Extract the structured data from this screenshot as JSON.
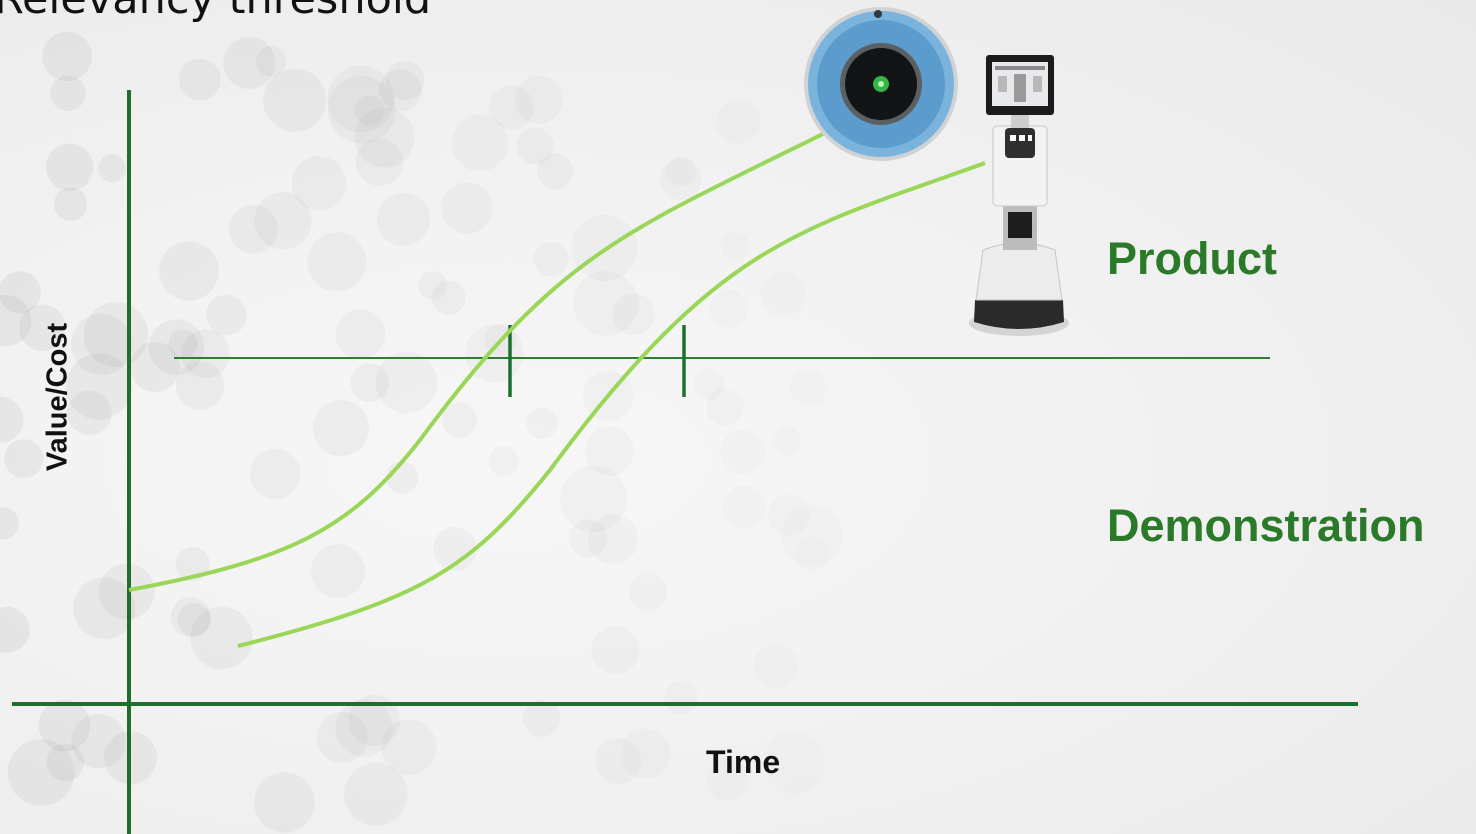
{
  "title": "Relevancy threshold",
  "axes": {
    "x_label": "Time",
    "y_label": "Value/Cost"
  },
  "regions": {
    "upper": "Product",
    "lower": "Demonstration"
  },
  "colors": {
    "axis": "#1e6e2e",
    "threshold": "#2e7d32",
    "curve": "#9ad657",
    "label": "#2a7a2a",
    "text": "#111111"
  },
  "images": {
    "robot_vacuum": "robot-vacuum",
    "telepresence_robot": "telepresence-robot"
  }
}
